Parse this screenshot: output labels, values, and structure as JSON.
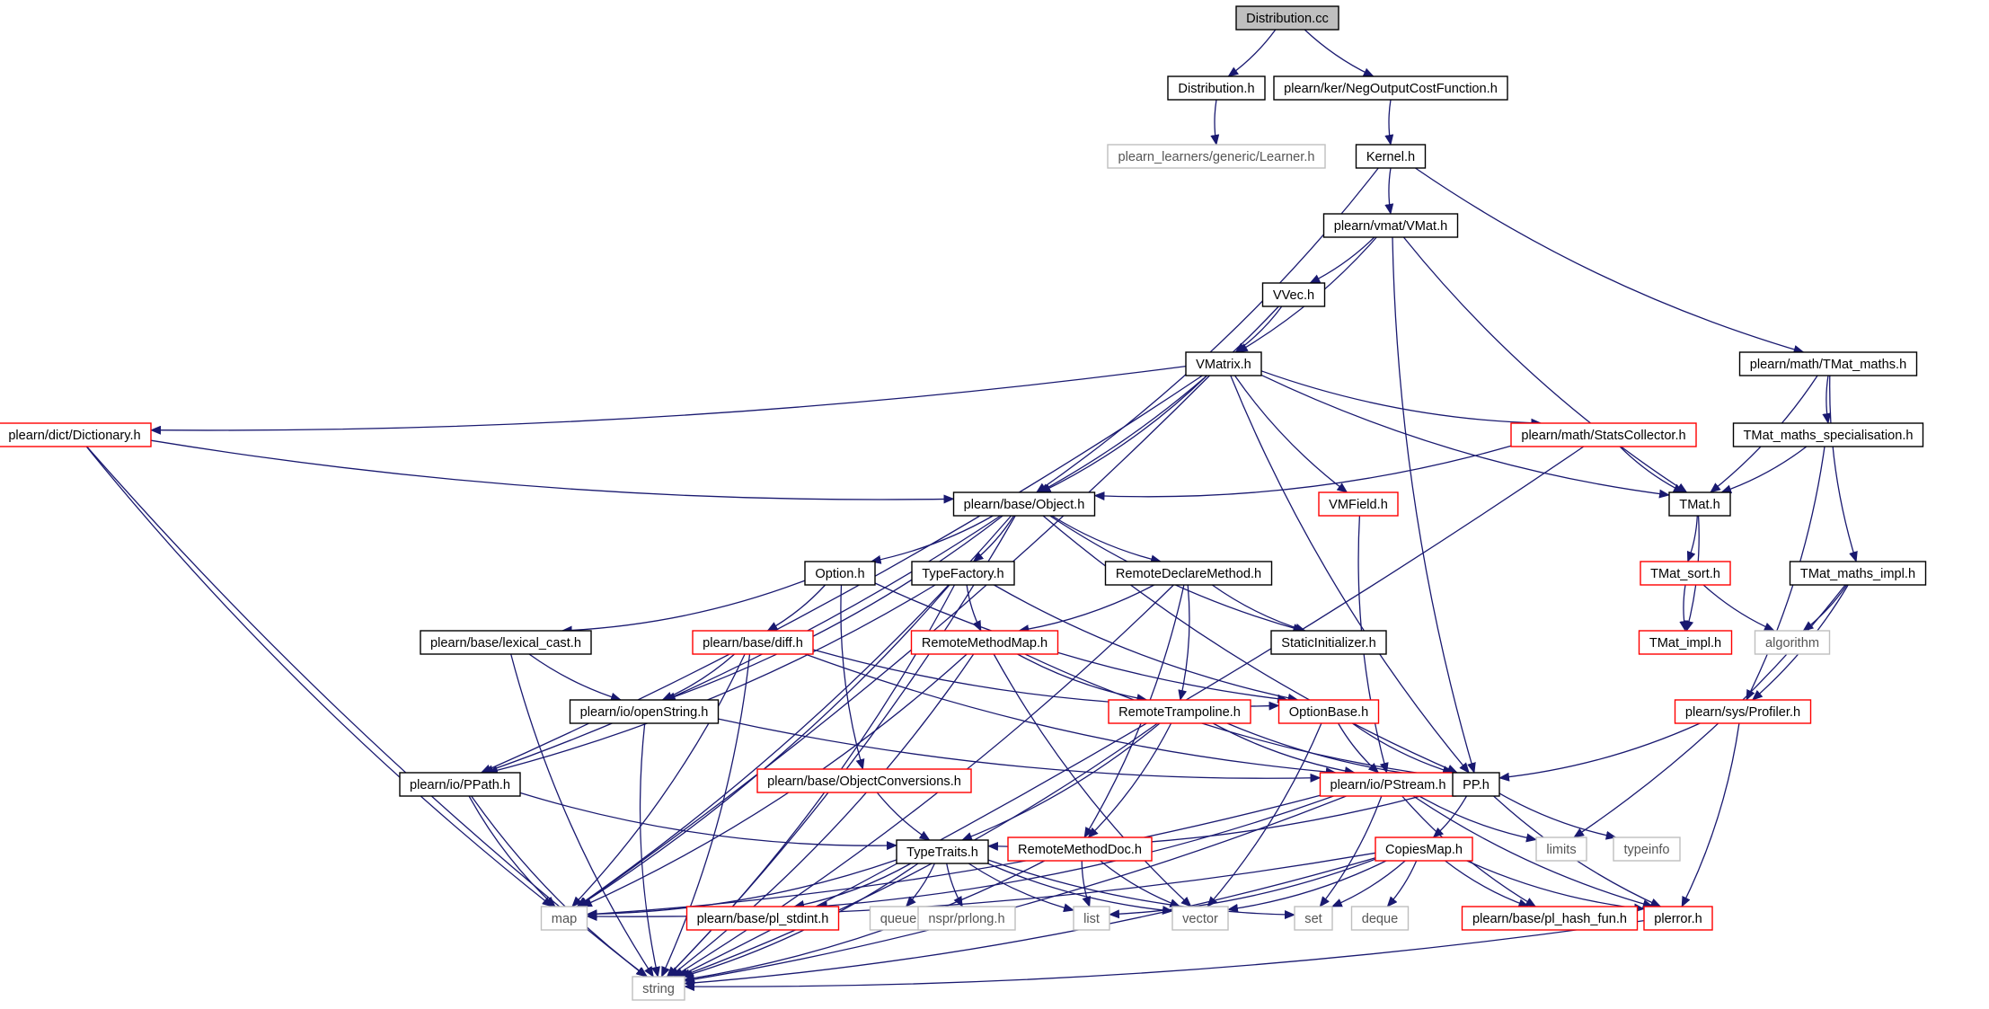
{
  "colors": {
    "edge": "#191970",
    "root_fill": "#bfbfbf",
    "root_border": "#000000",
    "documented_border": "#000000",
    "has_undocumented_deps_border": "#ff0000",
    "external_border": "#bfbfbf",
    "node_fill": "#ffffff"
  },
  "nodes": [
    {
      "id": "distribution_cc",
      "label": "Distribution.cc",
      "style": "root"
    },
    {
      "id": "distribution_h",
      "label": "Distribution.h",
      "style": "black"
    },
    {
      "id": "negoutput",
      "label": "plearn/ker/NegOutputCostFunction.h",
      "style": "black"
    },
    {
      "id": "learner_h",
      "label": "plearn_learners/generic/Learner.h",
      "style": "gray"
    },
    {
      "id": "kernel_h",
      "label": "Kernel.h",
      "style": "black"
    },
    {
      "id": "vmat_h",
      "label": "plearn/vmat/VMat.h",
      "style": "black"
    },
    {
      "id": "vvec_h",
      "label": "VVec.h",
      "style": "black"
    },
    {
      "id": "vmatrix_h",
      "label": "VMatrix.h",
      "style": "black"
    },
    {
      "id": "tmat_maths_h",
      "label": "plearn/math/TMat_maths.h",
      "style": "black"
    },
    {
      "id": "dictionary_h",
      "label": "plearn/dict/Dictionary.h",
      "style": "red"
    },
    {
      "id": "statscollector_h",
      "label": "plearn/math/StatsCollector.h",
      "style": "red"
    },
    {
      "id": "tmat_spec_h",
      "label": "TMat_maths_specialisation.h",
      "style": "black"
    },
    {
      "id": "object_h",
      "label": "plearn/base/Object.h",
      "style": "black"
    },
    {
      "id": "vmfield_h",
      "label": "VMField.h",
      "style": "red"
    },
    {
      "id": "tmat_h",
      "label": "TMat.h",
      "style": "black"
    },
    {
      "id": "option_h",
      "label": "Option.h",
      "style": "black"
    },
    {
      "id": "typefactory_h",
      "label": "TypeFactory.h",
      "style": "black"
    },
    {
      "id": "remotedeclare_h",
      "label": "RemoteDeclareMethod.h",
      "style": "black"
    },
    {
      "id": "tmat_sort_h",
      "label": "TMat_sort.h",
      "style": "red"
    },
    {
      "id": "tmat_maths_impl_h",
      "label": "TMat_maths_impl.h",
      "style": "black"
    },
    {
      "id": "lexical_cast_h",
      "label": "plearn/base/lexical_cast.h",
      "style": "black"
    },
    {
      "id": "diff_h",
      "label": "plearn/base/diff.h",
      "style": "red"
    },
    {
      "id": "remotemethodmap_h",
      "label": "RemoteMethodMap.h",
      "style": "red"
    },
    {
      "id": "staticinit_h",
      "label": "StaticInitializer.h",
      "style": "black"
    },
    {
      "id": "tmat_impl_h",
      "label": "TMat_impl.h",
      "style": "red"
    },
    {
      "id": "algorithm",
      "label": "algorithm",
      "style": "gray"
    },
    {
      "id": "openstring_h",
      "label": "plearn/io/openString.h",
      "style": "black"
    },
    {
      "id": "remotetrampoline_h",
      "label": "RemoteTrampoline.h",
      "style": "red"
    },
    {
      "id": "optionbase_h",
      "label": "OptionBase.h",
      "style": "red"
    },
    {
      "id": "profiler_h",
      "label": "plearn/sys/Profiler.h",
      "style": "red"
    },
    {
      "id": "objconv_h",
      "label": "plearn/base/ObjectConversions.h",
      "style": "red"
    },
    {
      "id": "ppath_h",
      "label": "plearn/io/PPath.h",
      "style": "black"
    },
    {
      "id": "pstream_h",
      "label": "plearn/io/PStream.h",
      "style": "red"
    },
    {
      "id": "pp_h",
      "label": "PP.h",
      "style": "black"
    },
    {
      "id": "limits",
      "label": "limits",
      "style": "gray"
    },
    {
      "id": "typeinfo",
      "label": "typeinfo",
      "style": "gray"
    },
    {
      "id": "typetraits_h",
      "label": "TypeTraits.h",
      "style": "black"
    },
    {
      "id": "remotemethoddoc_h",
      "label": "RemoteMethodDoc.h",
      "style": "red"
    },
    {
      "id": "copiesmap_h",
      "label": "CopiesMap.h",
      "style": "red"
    },
    {
      "id": "map",
      "label": "map",
      "style": "gray"
    },
    {
      "id": "pl_stdint_h",
      "label": "plearn/base/pl_stdint.h",
      "style": "red"
    },
    {
      "id": "queue",
      "label": "queue",
      "style": "gray"
    },
    {
      "id": "nspr_prlong_h",
      "label": "nspr/prlong.h",
      "style": "gray"
    },
    {
      "id": "list",
      "label": "list",
      "style": "gray"
    },
    {
      "id": "vector",
      "label": "vector",
      "style": "gray"
    },
    {
      "id": "set",
      "label": "set",
      "style": "gray"
    },
    {
      "id": "deque",
      "label": "deque",
      "style": "gray"
    },
    {
      "id": "pl_hash_fun_h",
      "label": "plearn/base/pl_hash_fun.h",
      "style": "red"
    },
    {
      "id": "plerror_h",
      "label": "plerror.h",
      "style": "red"
    },
    {
      "id": "string",
      "label": "string",
      "style": "gray"
    }
  ],
  "edges": [
    [
      "distribution_cc",
      "distribution_h"
    ],
    [
      "distribution_cc",
      "negoutput"
    ],
    [
      "distribution_h",
      "learner_h"
    ],
    [
      "negoutput",
      "kernel_h"
    ],
    [
      "kernel_h",
      "object_h"
    ],
    [
      "kernel_h",
      "vmat_h"
    ],
    [
      "kernel_h",
      "tmat_maths_h"
    ],
    [
      "vmat_h",
      "vvec_h"
    ],
    [
      "vmat_h",
      "vmatrix_h"
    ],
    [
      "vmat_h",
      "tmat_h"
    ],
    [
      "vmat_h",
      "pp_h"
    ],
    [
      "vvec_h",
      "vmatrix_h"
    ],
    [
      "vvec_h",
      "object_h"
    ],
    [
      "vmatrix_h",
      "dictionary_h"
    ],
    [
      "vmatrix_h",
      "object_h"
    ],
    [
      "vmatrix_h",
      "statscollector_h"
    ],
    [
      "vmatrix_h",
      "vmfield_h"
    ],
    [
      "vmatrix_h",
      "tmat_h"
    ],
    [
      "vmatrix_h",
      "pp_h"
    ],
    [
      "vmatrix_h",
      "ppath_h"
    ],
    [
      "vmatrix_h",
      "map"
    ],
    [
      "tmat_maths_h",
      "tmat_spec_h"
    ],
    [
      "tmat_maths_h",
      "tmat_h"
    ],
    [
      "tmat_maths_h",
      "tmat_maths_impl_h"
    ],
    [
      "tmat_spec_h",
      "tmat_h"
    ],
    [
      "tmat_spec_h",
      "profiler_h"
    ],
    [
      "dictionary_h",
      "object_h"
    ],
    [
      "dictionary_h",
      "map"
    ],
    [
      "dictionary_h",
      "string"
    ],
    [
      "statscollector_h",
      "object_h"
    ],
    [
      "statscollector_h",
      "tmat_h"
    ],
    [
      "statscollector_h",
      "string"
    ],
    [
      "object_h",
      "option_h"
    ],
    [
      "object_h",
      "typefactory_h"
    ],
    [
      "object_h",
      "remotedeclare_h"
    ],
    [
      "object_h",
      "staticinit_h"
    ],
    [
      "object_h",
      "pp_h"
    ],
    [
      "object_h",
      "ppath_h"
    ],
    [
      "object_h",
      "openstring_h"
    ],
    [
      "object_h",
      "map"
    ],
    [
      "object_h",
      "string"
    ],
    [
      "vmfield_h",
      "pstream_h"
    ],
    [
      "tmat_h",
      "tmat_sort_h"
    ],
    [
      "tmat_h",
      "tmat_impl_h"
    ],
    [
      "tmat_sort_h",
      "tmat_impl_h"
    ],
    [
      "tmat_sort_h",
      "algorithm"
    ],
    [
      "tmat_maths_impl_h",
      "algorithm"
    ],
    [
      "tmat_maths_impl_h",
      "profiler_h"
    ],
    [
      "tmat_maths_impl_h",
      "limits"
    ],
    [
      "option_h",
      "lexical_cast_h"
    ],
    [
      "option_h",
      "diff_h"
    ],
    [
      "option_h",
      "objconv_h"
    ],
    [
      "option_h",
      "optionbase_h"
    ],
    [
      "typefactory_h",
      "remotemethodmap_h"
    ],
    [
      "typefactory_h",
      "optionbase_h"
    ],
    [
      "typefactory_h",
      "ppath_h"
    ],
    [
      "typefactory_h",
      "map"
    ],
    [
      "typefactory_h",
      "string"
    ],
    [
      "remotedeclare_h",
      "remotemethodmap_h"
    ],
    [
      "remotedeclare_h",
      "staticinit_h"
    ],
    [
      "remotedeclare_h",
      "remotetrampoline_h"
    ],
    [
      "remotedeclare_h",
      "remotemethoddoc_h"
    ],
    [
      "remotedeclare_h",
      "string"
    ],
    [
      "lexical_cast_h",
      "openstring_h"
    ],
    [
      "lexical_cast_h",
      "string"
    ],
    [
      "diff_h",
      "openstring_h"
    ],
    [
      "diff_h",
      "optionbase_h"
    ],
    [
      "diff_h",
      "pstream_h"
    ],
    [
      "diff_h",
      "map"
    ],
    [
      "diff_h",
      "string"
    ],
    [
      "remotemethodmap_h",
      "remotetrampoline_h"
    ],
    [
      "remotemethodmap_h",
      "pp_h"
    ],
    [
      "remotemethodmap_h",
      "map"
    ],
    [
      "remotemethodmap_h",
      "string"
    ],
    [
      "remotemethodmap_h",
      "vector"
    ],
    [
      "openstring_h",
      "pstream_h"
    ],
    [
      "openstring_h",
      "string"
    ],
    [
      "remotetrampoline_h",
      "pstream_h"
    ],
    [
      "remotetrampoline_h",
      "pp_h"
    ],
    [
      "remotetrampoline_h",
      "typetraits_h"
    ],
    [
      "remotetrampoline_h",
      "remotemethoddoc_h"
    ],
    [
      "remotetrampoline_h",
      "string"
    ],
    [
      "optionbase_h",
      "pstream_h"
    ],
    [
      "optionbase_h",
      "pp_h"
    ],
    [
      "optionbase_h",
      "vector"
    ],
    [
      "profiler_h",
      "pp_h"
    ],
    [
      "profiler_h",
      "plerror_h"
    ],
    [
      "objconv_h",
      "typetraits_h"
    ],
    [
      "ppath_h",
      "typetraits_h"
    ],
    [
      "ppath_h",
      "map"
    ],
    [
      "ppath_h",
      "string"
    ],
    [
      "pstream_h",
      "pp_h"
    ],
    [
      "pstream_h",
      "map"
    ],
    [
      "pstream_h",
      "pl_stdint_h"
    ],
    [
      "pstream_h",
      "string"
    ],
    [
      "pstream_h",
      "set"
    ],
    [
      "pstream_h",
      "limits"
    ],
    [
      "pstream_h",
      "pl_hash_fun_h"
    ],
    [
      "pstream_h",
      "plerror_h"
    ],
    [
      "pp_h",
      "typetraits_h"
    ],
    [
      "pp_h",
      "copiesmap_h"
    ],
    [
      "pp_h",
      "typeinfo"
    ],
    [
      "pp_h",
      "plerror_h"
    ],
    [
      "typetraits_h",
      "map"
    ],
    [
      "typetraits_h",
      "pl_stdint_h"
    ],
    [
      "typetraits_h",
      "queue"
    ],
    [
      "typetraits_h",
      "nspr_prlong_h"
    ],
    [
      "typetraits_h",
      "list"
    ],
    [
      "typetraits_h",
      "vector"
    ],
    [
      "typetraits_h",
      "set"
    ],
    [
      "typetraits_h",
      "string"
    ],
    [
      "remotemethoddoc_h",
      "list"
    ],
    [
      "remotemethoddoc_h",
      "vector"
    ],
    [
      "remotemethoddoc_h",
      "string"
    ],
    [
      "copiesmap_h",
      "map"
    ],
    [
      "copiesmap_h",
      "list"
    ],
    [
      "copiesmap_h",
      "vector"
    ],
    [
      "copiesmap_h",
      "set"
    ],
    [
      "copiesmap_h",
      "deque"
    ],
    [
      "copiesmap_h",
      "pl_hash_fun_h"
    ],
    [
      "copiesmap_h",
      "plerror_h"
    ],
    [
      "copiesmap_h",
      "string"
    ],
    [
      "plerror_h",
      "string"
    ]
  ]
}
